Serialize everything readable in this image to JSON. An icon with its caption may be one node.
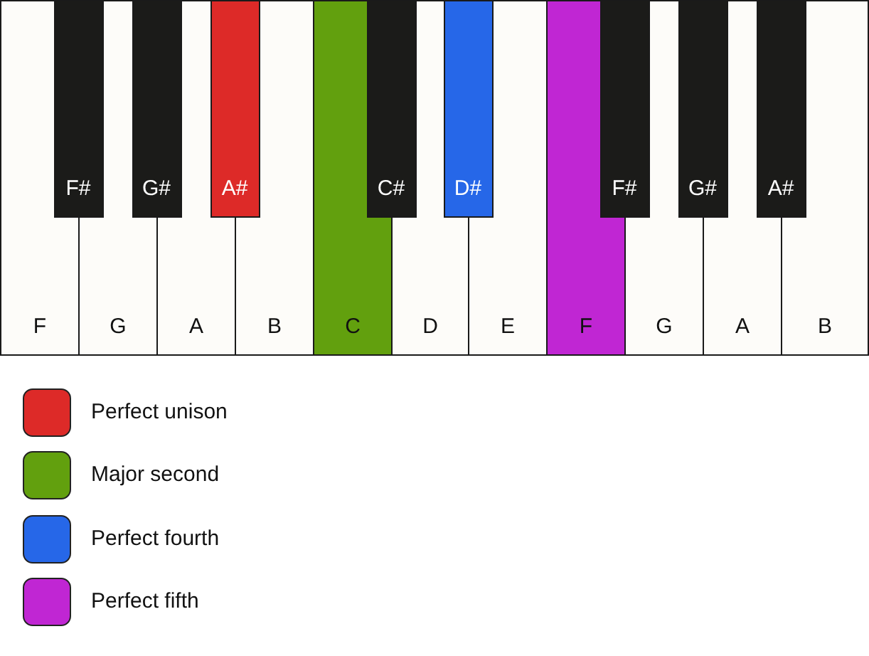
{
  "diagram": {
    "nodes": [
      {
        "text": [
          "F"
        ]
      },
      {
        "text": [
          "G"
        ]
      },
      {
        "text": [
          "A"
        ]
      },
      {
        "text": [
          "B"
        ]
      },
      {
        "text": [
          "C"
        ]
      },
      {
        "text": [
          "D"
        ]
      },
      {
        "text": [
          "E"
        ]
      },
      {
        "text": [
          "F"
        ]
      },
      {
        "text": [
          "G"
        ]
      },
      {
        "text": [
          "A"
        ]
      },
      {
        "text": [
          "B"
        ]
      },
      {
        "text": [
          "F#"
        ]
      },
      {
        "text": [
          "G#"
        ]
      },
      {
        "text": [
          "A#"
        ]
      },
      {
        "text": [
          "C#"
        ]
      },
      {
        "text": [
          "D#"
        ]
      },
      {
        "text": [
          "F#"
        ]
      },
      {
        "text": [
          "G#"
        ]
      },
      {
        "text": [
          "A#"
        ]
      }
    ],
    "legend": [
      {
        "text": "Perfect unison",
        "color": "#dd2a28"
      },
      {
        "text": "Major second",
        "color": "#62a00e"
      },
      {
        "text": "Perfect fourth",
        "color": "#2667e8"
      },
      {
        "text": "Perfect fifth",
        "color": "#c026d3"
      }
    ]
  }
}
